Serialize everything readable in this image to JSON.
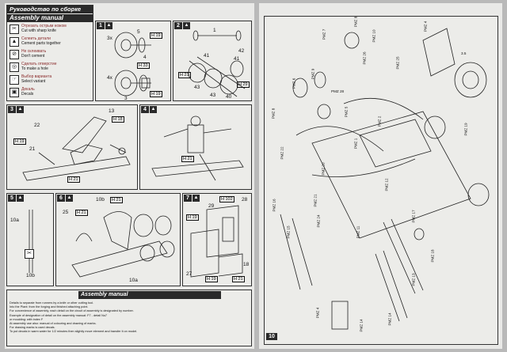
{
  "left_page": {
    "header_ru": "Руководство по сборке",
    "header_en": "Assembly manual",
    "legend": [
      {
        "icon": "knife-icon",
        "ru": "Отрезать острым ножом",
        "en": "Cut with sharp knife"
      },
      {
        "icon": "glue-icon",
        "ru": "Склеить детали",
        "en": "Cement parts together"
      },
      {
        "icon": "no-glue-icon",
        "ru": "Не склеивать",
        "en": "Don't cement"
      },
      {
        "icon": "drill-icon",
        "ru": "Сделать отверстие",
        "en": "To make a hole"
      },
      {
        "icon": "select-icon",
        "ru": "Выбор варианта",
        "en": "Select variant"
      },
      {
        "icon": "decal-icon",
        "ru": "Декаль",
        "en": "Decals"
      }
    ],
    "steps": [
      {
        "num": "1",
        "labels": [
          "3x",
          "5",
          "H 19",
          "4",
          "4x",
          "H 33",
          "H 19",
          "3"
        ]
      },
      {
        "num": "2",
        "labels": [
          "1",
          "41",
          "41",
          "43",
          "43",
          "H 21",
          "40",
          "42",
          "H 29"
        ]
      },
      {
        "num": "3",
        "labels": [
          "13",
          "H 18",
          "22",
          "H 19",
          "21",
          "H 21"
        ]
      },
      {
        "num": "4",
        "labels": [
          "H 21"
        ]
      },
      {
        "num": "5",
        "labels": [
          "10a",
          "10b"
        ]
      },
      {
        "num": "6",
        "labels": [
          "10b",
          "H 21",
          "25",
          "H 21",
          "10a"
        ]
      },
      {
        "num": "7",
        "labels": [
          "H 102",
          "28",
          "H 19",
          "29",
          "27",
          "H 19",
          "H 21",
          "18"
        ]
      }
    ],
    "footer_header": "Assembly manual",
    "footer_notes": [
      "Details to separate from runners by a knife or other cutting tool.",
      "Into the Plant: from the forging and finished attaching point.",
      "For convenience of assembly, each detail on the circuit of assembly is designated by number.",
      "Example of designation of detail on the assembly manual: F7 - detail No7",
      "or moulding: with index F",
      "At assembly use also: manual of colouring and drawing of marks.",
      "For drawing marks is used decals.",
      "To put decals in warm water for 1/2 minutes then slightly move element and transfer it on model."
    ]
  },
  "right_page": {
    "parts": [
      "PMZ 7",
      "PMZ 8",
      "PMZ 10",
      "PMZ 4",
      "3.5",
      "PMZ 26",
      "PMZ 25",
      "PMZ 6",
      "PMZ 9",
      "PMZ 28",
      "PMZ 5",
      "PMZ 2",
      "PMZ 1",
      "PMZ 19",
      "PMZ 8",
      "PMZ 22",
      "PMZ 20",
      "PMZ 21",
      "PMZ 12",
      "PMZ 16",
      "PMZ 15",
      "PMZ 24",
      "PMZ 11",
      "PMZ 17",
      "PMZ 18",
      "PMZ 13",
      "PMZ 4",
      "PMZ 14",
      "PMZ 14"
    ],
    "step_num": "10"
  }
}
